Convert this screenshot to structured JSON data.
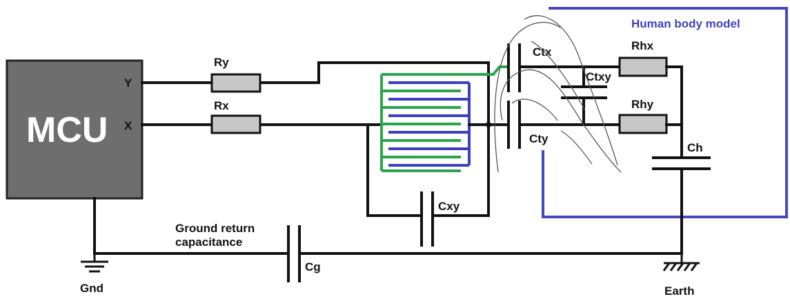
{
  "colors": {
    "wire": "#111111",
    "mcu_fill": "#6e6e6e",
    "resistor_fill": "#c8c8c8",
    "electrode_x": "#3b3fc2",
    "electrode_y": "#2aa64a",
    "human_body_box": "#4548c4",
    "human_body_text": "#3f43c0"
  },
  "mcu": {
    "label": "MCU",
    "pin_y": "Y",
    "pin_x": "X"
  },
  "components": {
    "ry": "Ry",
    "rx": "Rx",
    "ctx": "Ctx",
    "ctxy": "Ctxy",
    "cty": "Cty",
    "rhx": "Rhx",
    "rhy": "Rhy",
    "ch": "Ch",
    "cxy": "Cxy",
    "cg": "Cg"
  },
  "ground_return": {
    "line1": "Ground return",
    "line2": "capacitance"
  },
  "human_body_model": "Human body model",
  "gnd_label": "Gnd",
  "earth_label": "Earth"
}
